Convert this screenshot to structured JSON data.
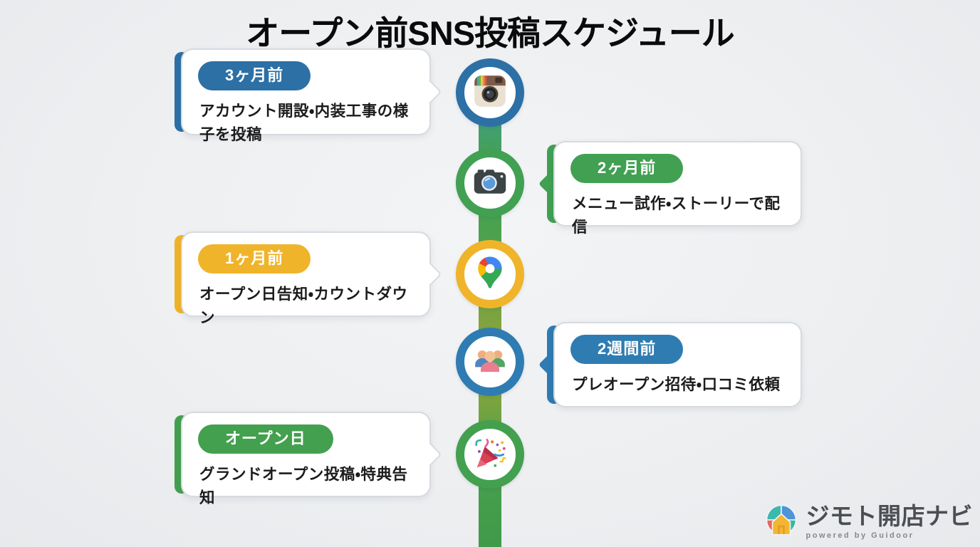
{
  "title": "オープン前SNS投稿スケジュール",
  "colors": {
    "background": "#edeff1",
    "card_border": "#d7dade",
    "timeline_line_gradient": [
      "#3f9e92",
      "#44a156",
      "#4aa14e",
      "#93a23a",
      "#48a04d",
      "#3f9a49"
    ],
    "text": "#1b1b1b"
  },
  "timeline": {
    "items": [
      {
        "badge": "3ヶ月前",
        "text": "アカウント開設・内装工事の様子を投稿",
        "color": "#2c70a6",
        "side": "left",
        "icon": "instagram-icon"
      },
      {
        "badge": "2ヶ月前",
        "text": "メニュー試作・ストーリーで配信",
        "color": "#41a052",
        "side": "right",
        "icon": "camera-icon"
      },
      {
        "badge": "1ヶ月前",
        "text": "オープン日告知・カウントダウン",
        "color": "#f0b42a",
        "side": "left",
        "icon": "google-maps-icon"
      },
      {
        "badge": "2週間前",
        "text": "プレオープン招待・口コミ依頼",
        "color": "#2e7cb2",
        "side": "right",
        "icon": "people-group-icon"
      },
      {
        "badge": "オープン日",
        "text": "グランドオープン投稿・特典告知",
        "color": "#43a04f",
        "side": "left",
        "icon": "party-popper-icon"
      }
    ]
  },
  "footer_logo": {
    "name": "ジモト開店ナビ",
    "tagline": "powered by Guidoor"
  }
}
